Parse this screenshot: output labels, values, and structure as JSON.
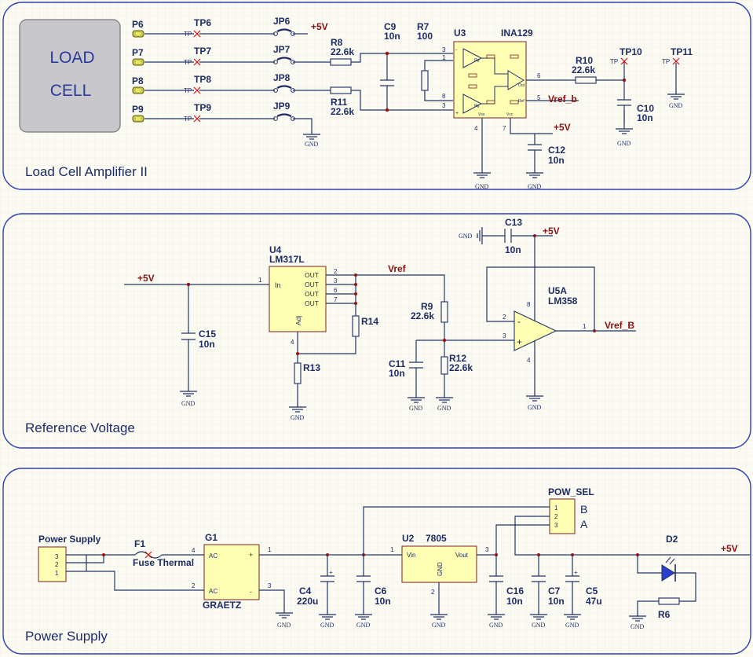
{
  "sections": {
    "amp": "Load Cell Amplifier II",
    "ref": "Reference Voltage",
    "psu": "Power Supply"
  },
  "load_cell": {
    "line1": "LOAD",
    "line2": "CELL"
  },
  "pins": {
    "p6": "P6",
    "p7": "P7",
    "p8": "P8",
    "p9": "P9"
  },
  "testpoints": {
    "tp6": "TP6",
    "tp7": "TP7",
    "tp8": "TP8",
    "tp9": "TP9",
    "tp10": "TP10",
    "tp11": "TP11",
    "tp": "TP"
  },
  "jumpers": {
    "jp6": "JP6",
    "jp7": "JP7",
    "jp8": "JP8",
    "jp9": "JP9"
  },
  "nets": {
    "plus5v": "+5V",
    "gnd": "GND",
    "vref": "Vref",
    "vref_b_lower": "Vref_b",
    "vref_b_upper": "Vref_B"
  },
  "components": {
    "r8": {
      "ref": "R8",
      "value": "22.6k"
    },
    "r11": {
      "ref": "R11",
      "value": "22.6k"
    },
    "c9": {
      "ref": "C9",
      "value": "10n"
    },
    "r7": {
      "ref": "R7",
      "value": "100"
    },
    "u3": {
      "ref": "U3",
      "value": "INA129"
    },
    "r10": {
      "ref": "R10",
      "value": "22.6k"
    },
    "c10": {
      "ref": "C10",
      "value": "10n"
    },
    "c12": {
      "ref": "C12",
      "value": "10n"
    },
    "u4": {
      "ref": "U4",
      "value": "LM317L"
    },
    "c15": {
      "ref": "C15",
      "value": "10n"
    },
    "r13": {
      "ref": "R13"
    },
    "r14": {
      "ref": "R14"
    },
    "r9": {
      "ref": "R9",
      "value": "22.6k"
    },
    "r12": {
      "ref": "R12",
      "value": "22.6k"
    },
    "c11": {
      "ref": "C11",
      "value": "10n"
    },
    "c13": {
      "ref": "C13",
      "value": "10n"
    },
    "u5a": {
      "ref": "U5A",
      "value": "LM358"
    },
    "ps": {
      "ref": "Power Supply"
    },
    "f1": {
      "ref": "F1",
      "value": "Fuse Thermal"
    },
    "g1": {
      "ref": "G1",
      "value": "GRAETZ"
    },
    "c4": {
      "ref": "C4",
      "value": "220u"
    },
    "c6": {
      "ref": "C6",
      "value": "10n"
    },
    "u2": {
      "ref": "U2",
      "value": "7805"
    },
    "c16": {
      "ref": "C16",
      "value": "10n"
    },
    "c7": {
      "ref": "C7",
      "value": "10n"
    },
    "c5": {
      "ref": "C5",
      "value": "47u"
    },
    "powsel": {
      "ref": "POW_SEL",
      "a": "A",
      "b": "B"
    },
    "d2": {
      "ref": "D2"
    },
    "r6": {
      "ref": "R6"
    }
  },
  "pinlabels": {
    "u4_in": "In",
    "u4_out": "OUT",
    "u4_adj": "Adj",
    "u2_vin": "Vin",
    "u2_gnd": "GND",
    "u2_vout": "Vout",
    "g1_ac": "AC",
    "g1_plus": "+",
    "g1_minus": "-",
    "u3_rg": "Rg",
    "u3_out": "Out",
    "u3_ref": "Ref",
    "u3_vss": "Vss",
    "u3_vcc": "Vcc",
    "op_minus": "-",
    "op_plus": "+"
  },
  "pinnums": {
    "n1": "1",
    "n2": "2",
    "n3": "3",
    "n4": "4",
    "n5": "5",
    "n6": "6",
    "n7": "7",
    "n8": "8"
  }
}
